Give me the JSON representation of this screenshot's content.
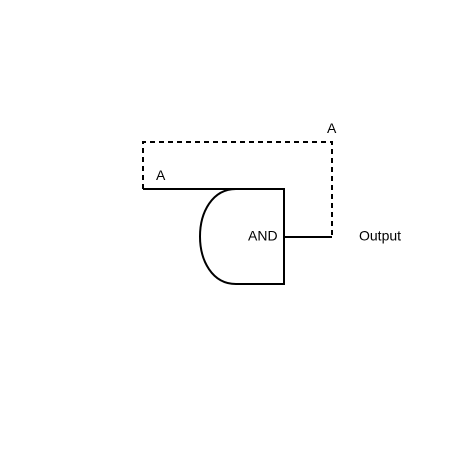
{
  "diagram": {
    "type": "logic-circuit",
    "gate": {
      "kind": "AND",
      "label": "AND"
    },
    "input_label": "A",
    "feedback_label": "A",
    "output_label": "Output",
    "colors": {
      "stroke": "#000000",
      "background": "#ffffff"
    }
  }
}
